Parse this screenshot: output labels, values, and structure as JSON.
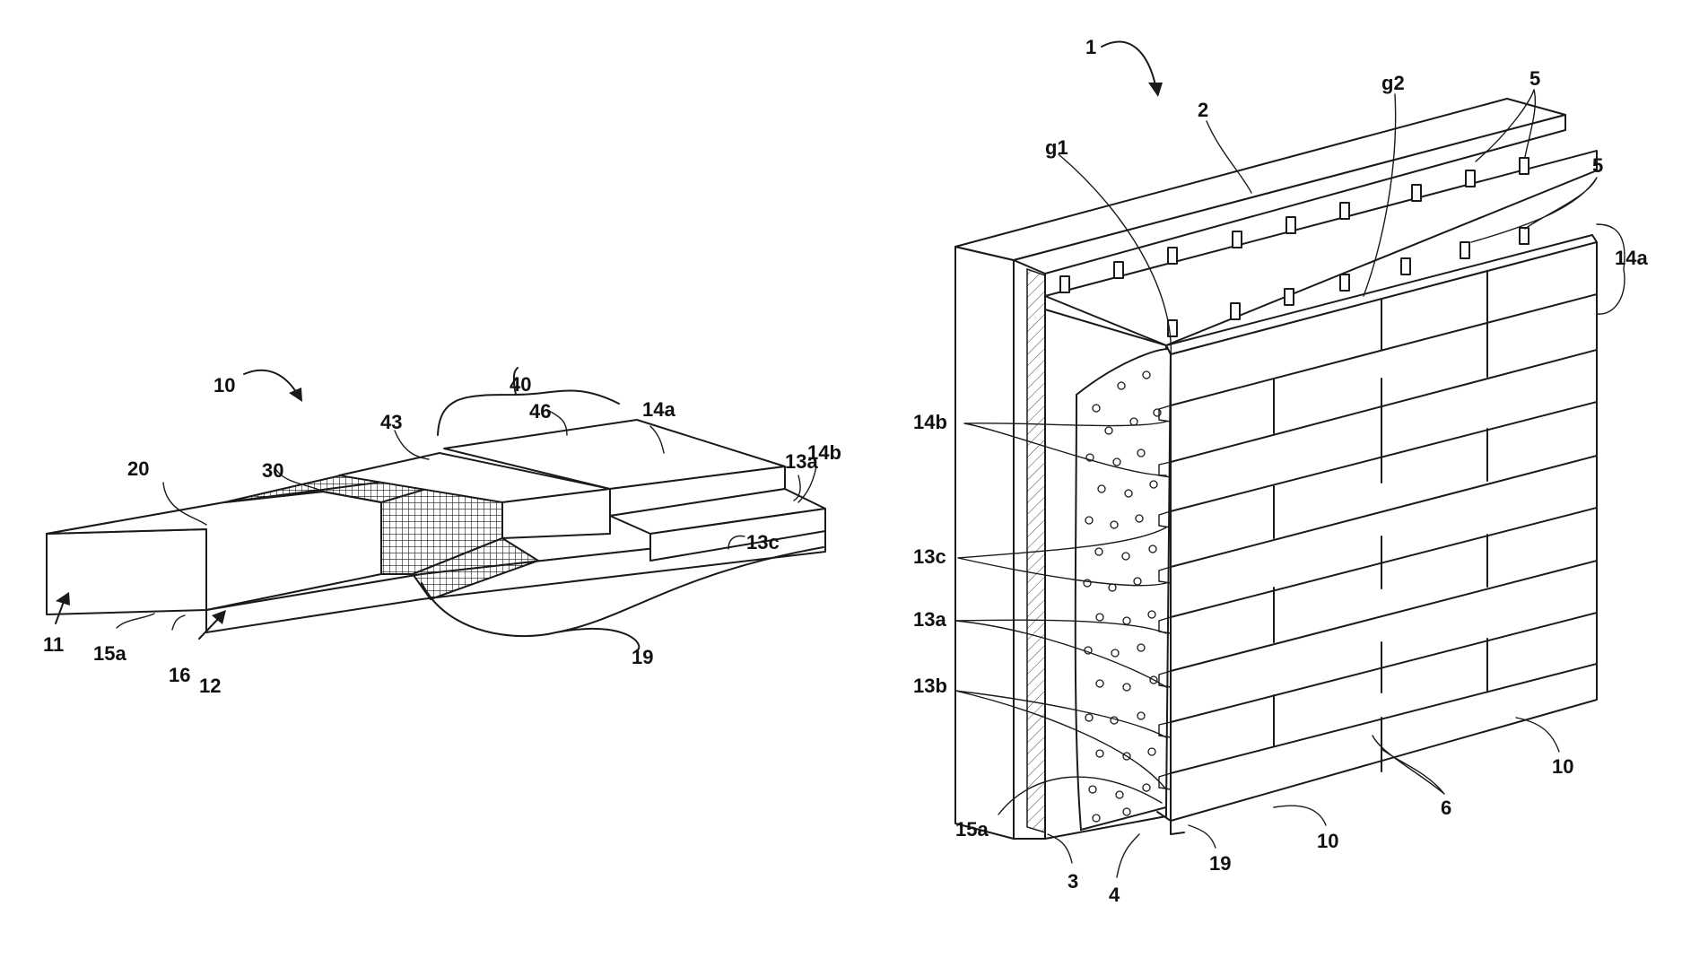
{
  "figure_left": {
    "labels": {
      "ref_10": "10",
      "ref_11": "11",
      "ref_12": "12",
      "ref_13a": "13a",
      "ref_13c": "13c",
      "ref_14a": "14a",
      "ref_14b": "14b",
      "ref_15a": "15a",
      "ref_16": "16",
      "ref_19": "19",
      "ref_20": "20",
      "ref_30": "30",
      "ref_40": "40",
      "ref_43": "43",
      "ref_46": "46"
    }
  },
  "figure_right": {
    "labels": {
      "ref_1": "1",
      "ref_2": "2",
      "ref_3": "3",
      "ref_4": "4",
      "ref_5a": "5",
      "ref_5b": "5",
      "ref_6": "6",
      "ref_10a": "10",
      "ref_10b": "10",
      "ref_13a": "13a",
      "ref_13b": "13b",
      "ref_13c": "13c",
      "ref_14a": "14a",
      "ref_14b": "14b",
      "ref_15a": "15a",
      "ref_19": "19",
      "ref_g1": "g1",
      "ref_g2": "g2"
    }
  }
}
